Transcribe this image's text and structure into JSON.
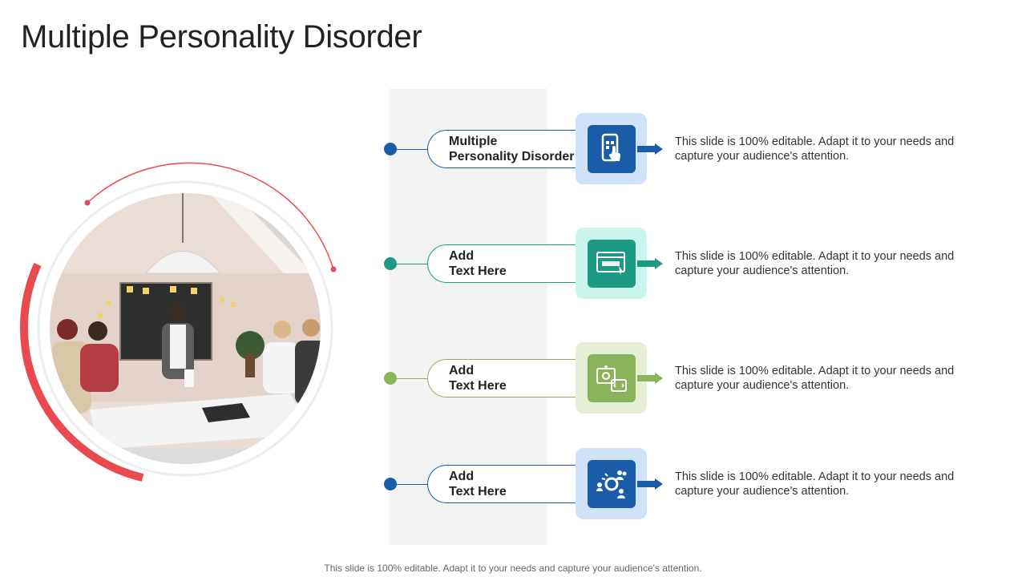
{
  "title": "Multiple Personality Disorder",
  "footer": "This slide is 100% editable. Adapt it to your needs and capture your audience's attention.",
  "items": [
    {
      "line1": "Multiple",
      "line2": "Personality Disorder",
      "description": "This slide is 100% editable. Adapt it to your needs and capture your audience's attention.",
      "icon": "mobile-touch-icon",
      "color": "#1a5ca8",
      "tile_bg": "#cfe2f7"
    },
    {
      "line1": "Add",
      "line2": "Text Here",
      "description": "This slide is 100% editable. Adapt it to your needs and capture your audience's attention.",
      "icon": "website-icon",
      "color": "#1d9a83",
      "tile_bg": "#c9f5ec"
    },
    {
      "line1": "Add",
      "line2": "Text Here",
      "description": "This slide is 100% editable. Adapt it to your needs and capture your audience's attention.",
      "icon": "web-development-icon",
      "color": "#8bb35a",
      "tile_bg": "#e4efd5"
    },
    {
      "line1": "Add",
      "line2": "Text Here",
      "description": "This slide is 100% editable. Adapt it to your needs and capture your audience's attention.",
      "icon": "team-network-icon",
      "color": "#1a5ca8",
      "tile_bg": "#cfe2f7"
    }
  ],
  "accent": "#e84a4f",
  "photo": "office-meeting-photo"
}
